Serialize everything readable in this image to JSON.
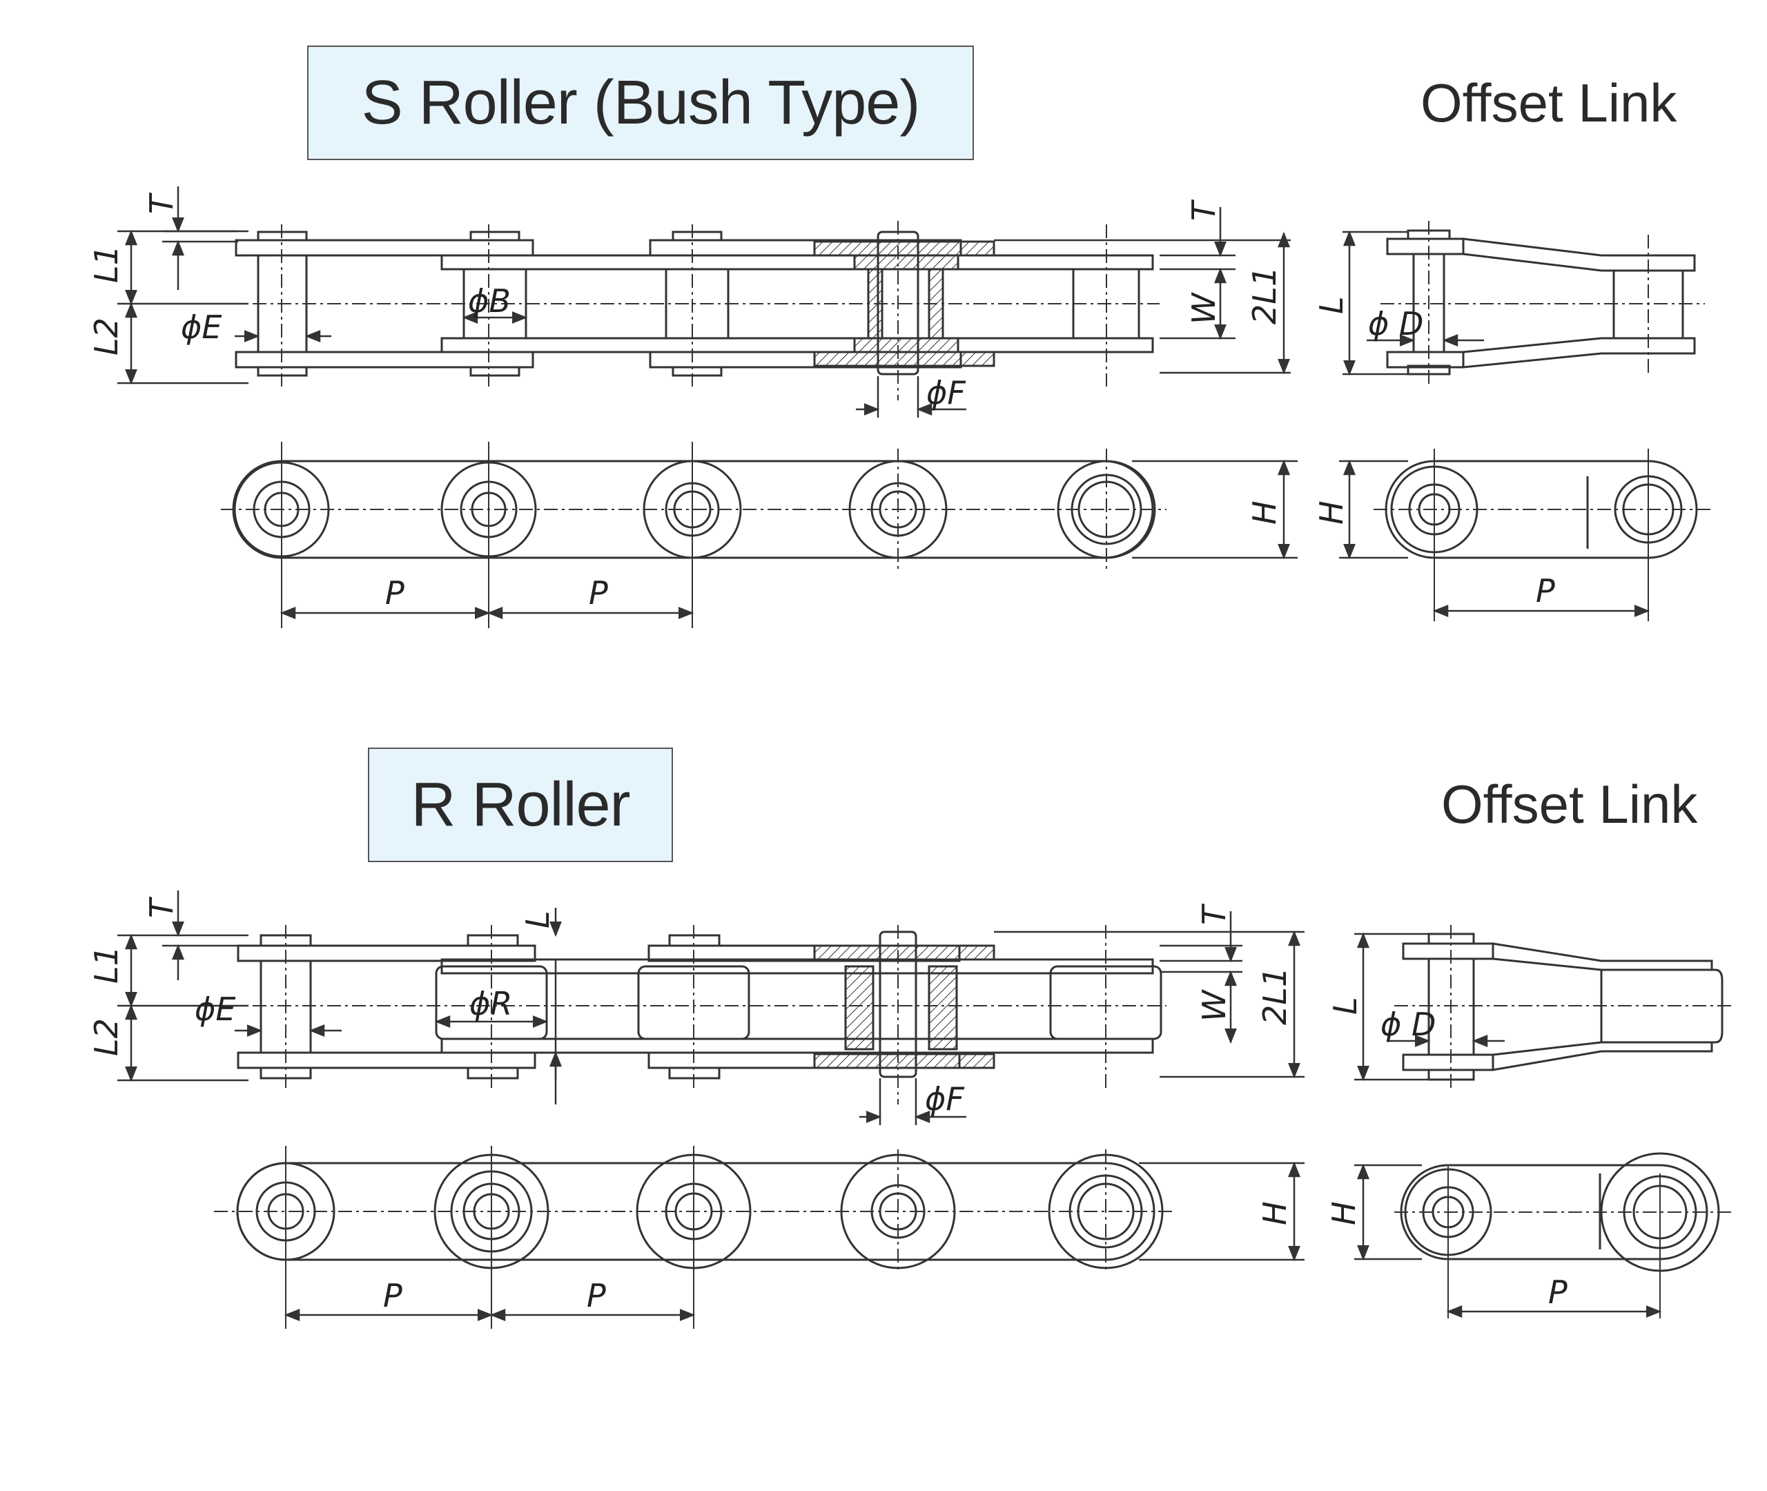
{
  "sections": [
    {
      "title": "S Roller (Bush Type)",
      "offset_label": "Offset Link",
      "labels": {
        "T": "T",
        "L1": "L1",
        "L2": "L2",
        "phiE": "ϕE",
        "phiB": "ϕB",
        "phiF": "ϕF",
        "W": "W",
        "twoL1": "2L1",
        "L": "L",
        "phiD": "ϕ D",
        "H": "H",
        "P": "P"
      }
    },
    {
      "title": "R Roller",
      "offset_label": "Offset Link",
      "labels": {
        "T": "T",
        "L1": "L1",
        "L2": "L2",
        "phiE": "ϕE",
        "phiR": "ϕR",
        "phiF": "ϕF",
        "W": "W",
        "twoL1": "2L1",
        "L": "L",
        "phiD": "ϕ D",
        "H": "H",
        "P": "P"
      }
    }
  ],
  "colors": {
    "line": "#333333",
    "title_bg": "#e6f4fb"
  }
}
